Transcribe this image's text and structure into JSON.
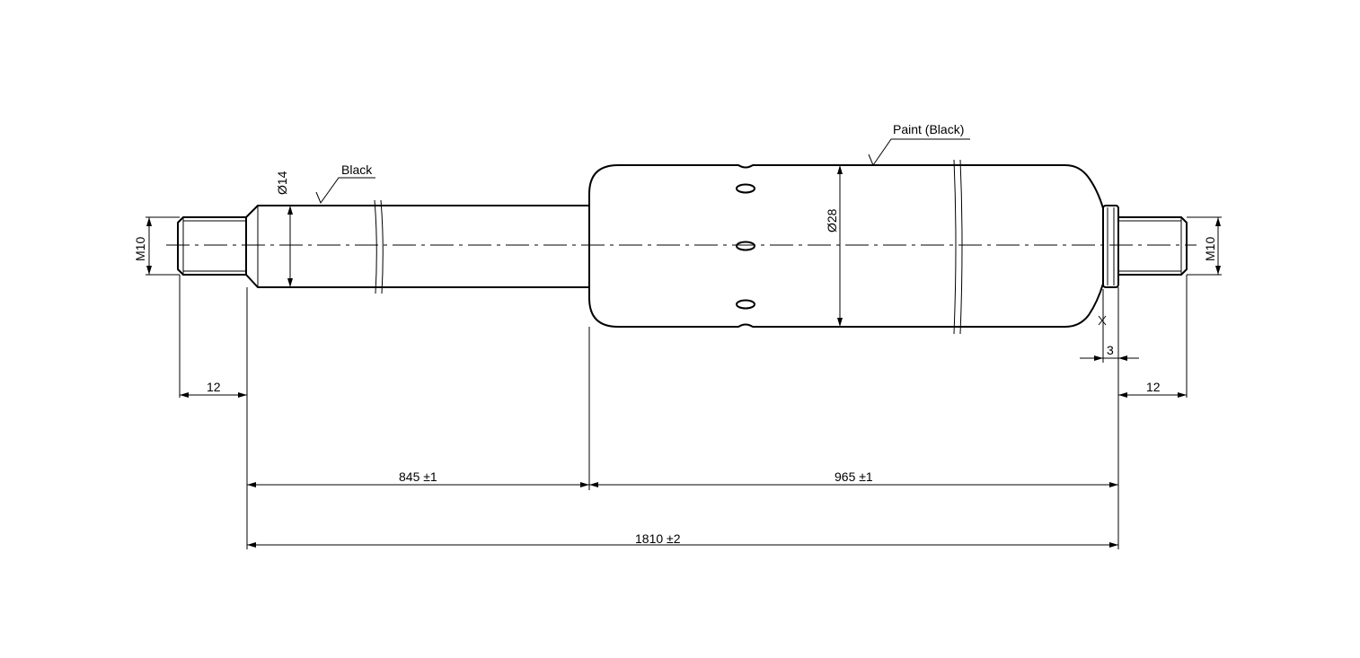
{
  "drawing": {
    "callouts": {
      "rod_finish": "Black",
      "body_finish": "Paint (Black)"
    },
    "dimensions": {
      "left_thread": "M10",
      "right_thread": "M10",
      "rod_diameter": "Ø14",
      "body_diameter": "Ø28",
      "left_thread_length": "12",
      "right_thread_length": "12",
      "end_gap": "3",
      "rod_length": "845 ±1",
      "body_length": "965 ±1",
      "overall_length": "1810 ±2"
    }
  }
}
